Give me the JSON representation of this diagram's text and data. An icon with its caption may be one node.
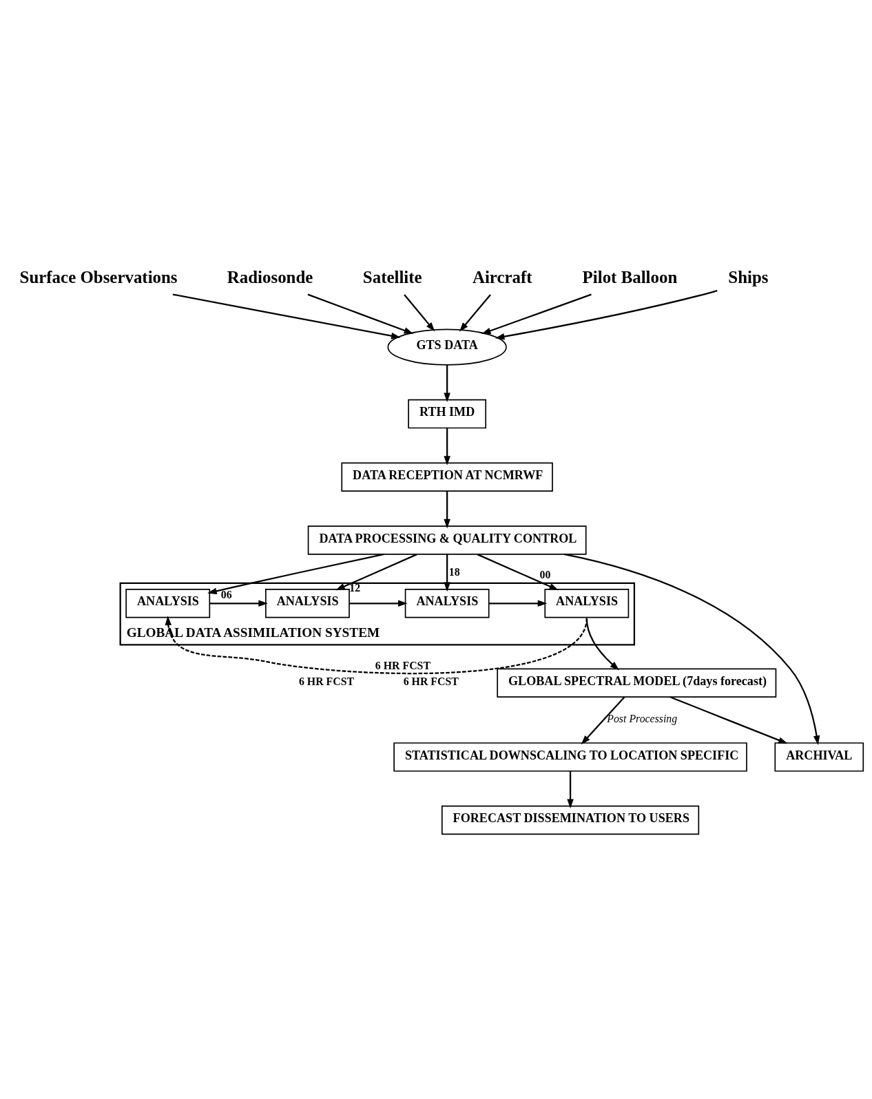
{
  "diagram": {
    "nodes": [
      {
        "text": [
          "Surface Observations"
        ]
      },
      {
        "text": [
          "Radiosonde"
        ]
      },
      {
        "text": [
          "Satellite"
        ]
      },
      {
        "text": [
          "Aircraft"
        ]
      },
      {
        "text": [
          "Pilot Balloon"
        ]
      },
      {
        "text": [
          "Ships"
        ]
      },
      {
        "text": [
          "GTS DATA"
        ]
      },
      {
        "text": [
          "RTH IMD"
        ]
      },
      {
        "text": [
          "DATA RECEPTION AT NCMRWF"
        ]
      },
      {
        "text": [
          "DATA PROCESSING & QUALITY CONTROL"
        ]
      },
      {
        "text": [
          "GLOBAL DATA ASSIMILATION SYSTEM"
        ]
      },
      {
        "text": [
          "ANALYSIS"
        ],
        "in": 10
      },
      {
        "text": [
          "ANALYSIS"
        ],
        "in": 10
      },
      {
        "text": [
          "ANALYSIS"
        ],
        "in": 10
      },
      {
        "text": [
          "ANALYSIS"
        ],
        "in": 10
      },
      {
        "text": [
          "GLOBAL SPECTRAL MODEL (7days forecast)"
        ]
      },
      {
        "text": [
          "ARCHIVAL"
        ]
      },
      {
        "text": [
          "STATISTICAL DOWNSCALING TO LOCATION SPECIFIC"
        ]
      },
      {
        "text": [
          "FORECAST DISSEMINATION TO USERS"
        ]
      }
    ],
    "edges": [
      {
        "from": 0,
        "to": 6,
        "arrow": "to"
      },
      {
        "from": 1,
        "to": 6,
        "arrow": "to"
      },
      {
        "from": 2,
        "to": 6,
        "arrow": "to"
      },
      {
        "from": 3,
        "to": 6,
        "arrow": "to"
      },
      {
        "from": 4,
        "to": 6,
        "arrow": "to"
      },
      {
        "from": 5,
        "to": 6,
        "arrow": "to"
      },
      {
        "from": 6,
        "to": 7,
        "arrow": "to"
      },
      {
        "from": 7,
        "to": 8,
        "arrow": "to"
      },
      {
        "from": 8,
        "to": 9,
        "arrow": "to"
      },
      {
        "from": 9,
        "to": 11,
        "arrow": "to",
        "label": "06"
      },
      {
        "from": 9,
        "to": 12,
        "arrow": "to",
        "label": "12"
      },
      {
        "from": 9,
        "to": 13,
        "arrow": "to",
        "label": "18"
      },
      {
        "from": 9,
        "to": 14,
        "arrow": "to",
        "label": "00"
      },
      {
        "from": 11,
        "to": 12,
        "arrow": "to"
      },
      {
        "from": 12,
        "to": 13,
        "arrow": "to"
      },
      {
        "from": 13,
        "to": 14,
        "arrow": "to"
      },
      {
        "from": 14,
        "to": 11,
        "arrow": "to",
        "style": "dashed",
        "label": "6 HR FCST"
      },
      {
        "from": 14,
        "to": 15,
        "arrow": "to"
      },
      {
        "from": 9,
        "to": 16,
        "arrow": "to"
      },
      {
        "from": 15,
        "to": 16,
        "arrow": "to"
      },
      {
        "from": 15,
        "to": 17,
        "arrow": "to",
        "label": "Post Processing"
      },
      {
        "from": 17,
        "to": 18,
        "arrow": "to"
      }
    ],
    "labels": [
      "6 HR FCST",
      "6 HR FCST"
    ]
  }
}
